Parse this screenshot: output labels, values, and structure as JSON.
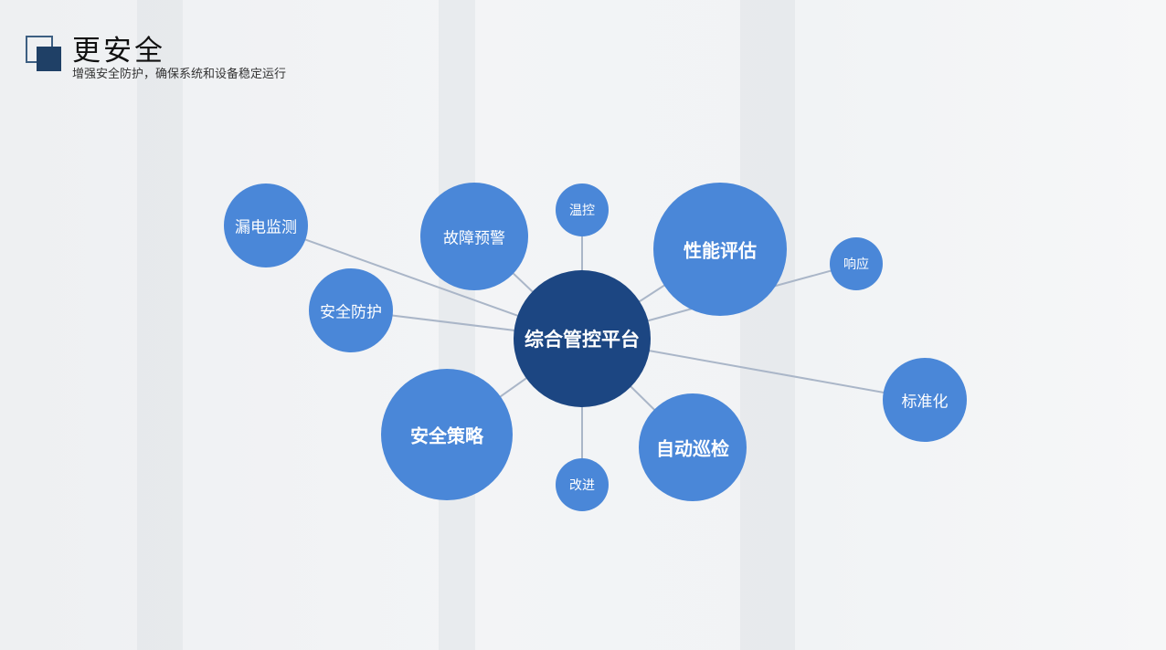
{
  "header": {
    "title": "更安全",
    "subtitle": "增强安全防护，确保系统和设备稳定运行"
  },
  "colors": {
    "center": "#1c4682",
    "node": "#4a87d8",
    "link": "#aab6c8"
  },
  "diagram": {
    "center": {
      "label": "综合管控平台"
    },
    "nodes": [
      {
        "id": "leak",
        "label": "漏电监测",
        "size": "medium"
      },
      {
        "id": "fault",
        "label": "故障预警",
        "size": "medium"
      },
      {
        "id": "temp",
        "label": "温控",
        "size": "small"
      },
      {
        "id": "perf",
        "label": "性能评估",
        "size": "large"
      },
      {
        "id": "resp",
        "label": "响应",
        "size": "small"
      },
      {
        "id": "protect",
        "label": "安全防护",
        "size": "medium"
      },
      {
        "id": "std",
        "label": "标准化",
        "size": "medium"
      },
      {
        "id": "policy",
        "label": "安全策略",
        "size": "large"
      },
      {
        "id": "patrol",
        "label": "自动巡检",
        "size": "large"
      },
      {
        "id": "improve",
        "label": "改进",
        "size": "small"
      }
    ]
  }
}
